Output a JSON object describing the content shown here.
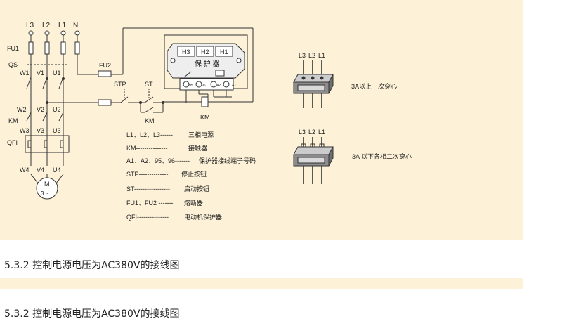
{
  "phases": [
    "L3",
    "L2",
    "L1",
    "N"
  ],
  "fuses": {
    "main": "FU1",
    "control": "FU2"
  },
  "switch": "QS",
  "motor_top_terminals": [
    "W1",
    "V1",
    "U1"
  ],
  "motor_mid_terminals": [
    "W2",
    "V2",
    "U2"
  ],
  "protector_terminals": [
    "W3",
    "V3",
    "U3"
  ],
  "motor_bottom_terminals": [
    "W4",
    "V4",
    "U4"
  ],
  "contactor_label": "KM",
  "protector_label": "QFI",
  "motor": {
    "letter": "M",
    "phase": "3 ~"
  },
  "buttons": {
    "stop": "STP",
    "start": "ST"
  },
  "coil_label": "KM",
  "relay": {
    "header_terminals": [
      "H3",
      "H2",
      "H1"
    ],
    "name": "保 护 器",
    "bottom_terminals": [
      "95",
      "96",
      "A2",
      "A1"
    ]
  },
  "legend": [
    {
      "key": "L1、L2、L3------",
      "desc": "三相电源"
    },
    {
      "key": "KM---------------",
      "desc": "接触器"
    },
    {
      "key": "A1、A2、95、96-------",
      "desc": "保护器接线端子号码"
    },
    {
      "key": "STP--------------",
      "desc": "停止按钮"
    },
    {
      "key": "ST-----------------",
      "desc": "启动按钮"
    },
    {
      "key": "FU1、FU2 -------",
      "desc": "熔断器"
    },
    {
      "key": "QFI---------------",
      "desc": "电动机保护器"
    }
  ],
  "ct_top": {
    "phases": [
      "L3",
      "L2",
      "L1"
    ],
    "label": "3A以上一次穿心"
  },
  "ct_bottom": {
    "phases": [
      "L3",
      "L2",
      "L1"
    ],
    "label": "3A 以下各相二次穿心"
  },
  "captions": [
    "5.3.2 控制电源电压为AC380V的接线图",
    "5.3.2 控制电源电压为AC380V的接线图"
  ]
}
